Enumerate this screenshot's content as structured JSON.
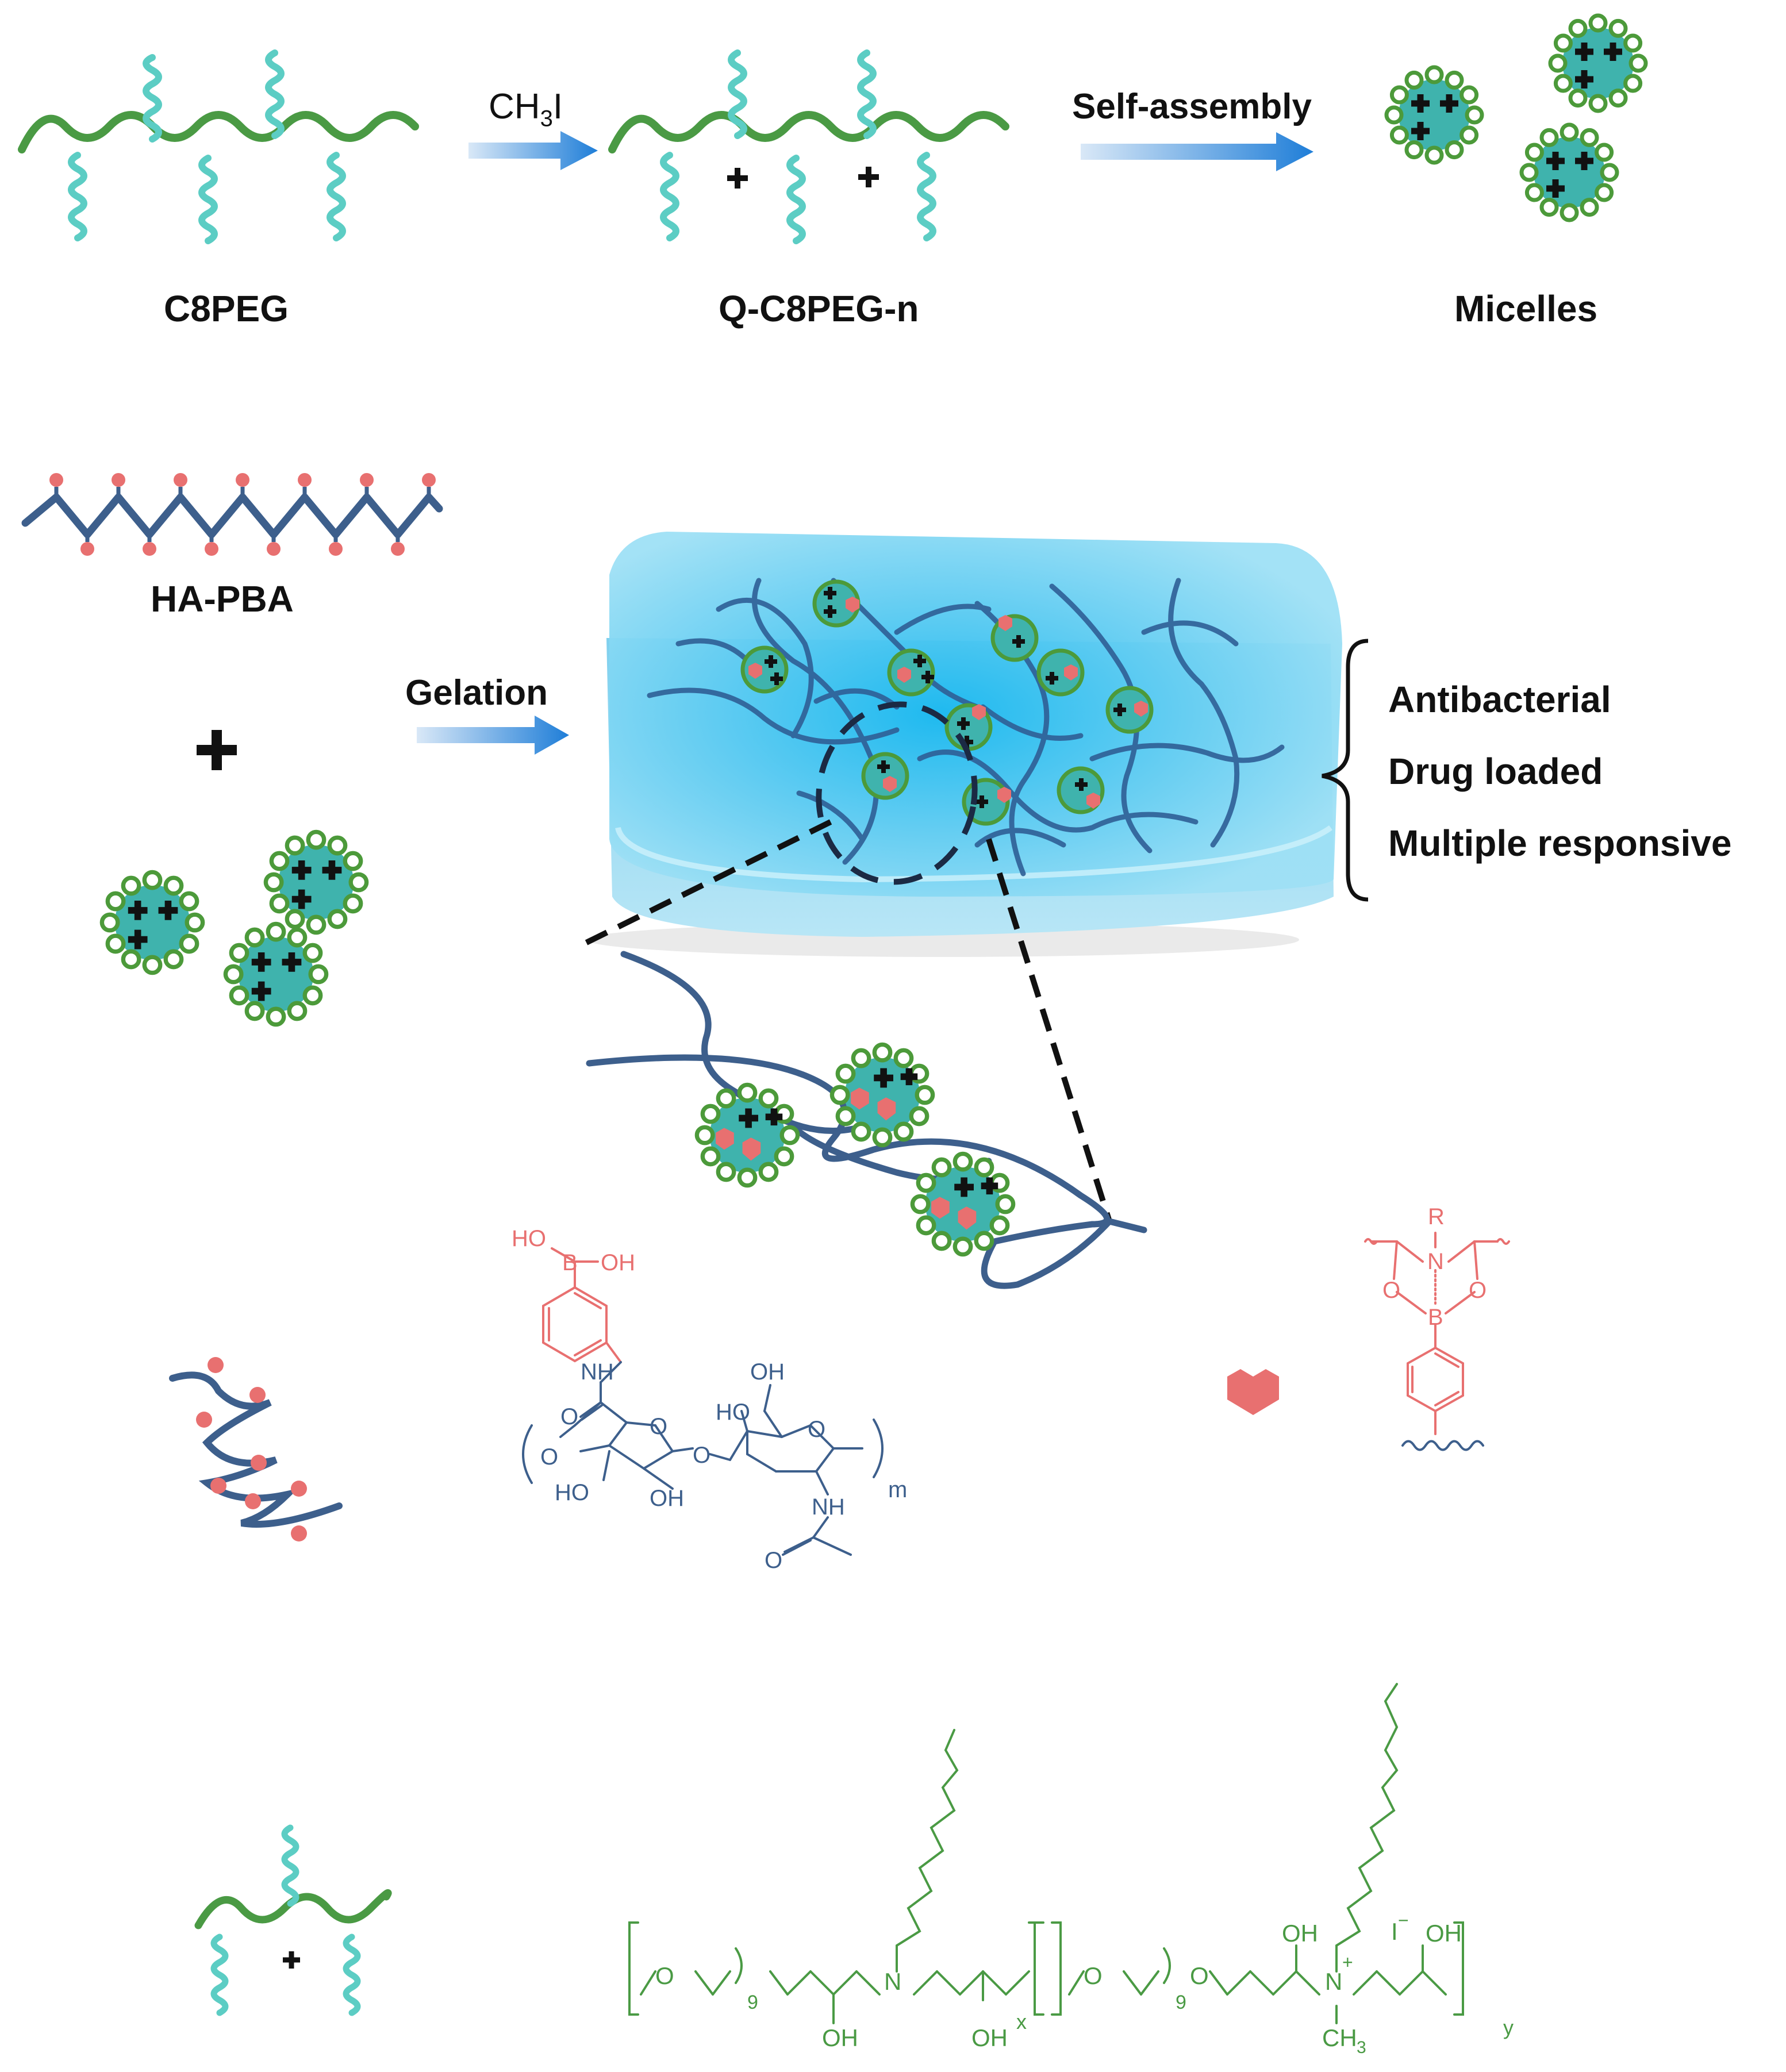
{
  "colors": {
    "backbone_green": "#4a9a44",
    "sidechain_teal": "#5ccdc4",
    "hapba_blue": "#3d5f8c",
    "pba_red": "#e87070",
    "arrow_blue": "#1f7ed8",
    "gel_cyan": "#7fd9f2",
    "micelle_core": "#3fb3ad",
    "micelle_shell": "#4c9a3a",
    "text": "#111111"
  },
  "labels": {
    "c8peg": "C8PEG",
    "q_c8peg": "Q-C8PEG-n",
    "micelles": "Micelles",
    "ha_pba": "HA-PBA",
    "plus": "+"
  },
  "arrows": {
    "ch3i": "CH",
    "ch3i_sub": "3",
    "ch3i_tail": "I",
    "self_assembly": "Self-assembly",
    "gelation": "Gelation"
  },
  "properties": [
    "Antibacterial",
    "Drug loaded",
    "Multiple responsive"
  ],
  "chem_ha": {
    "ho_top": "HO",
    "b": "B",
    "oh_b": "OH",
    "nh": "NH",
    "o_carbonyl": "O",
    "o_ring1": "O",
    "o_ring2": "O",
    "o_link": "O",
    "o_left": "O",
    "ho_bottom": "HO",
    "oh_ring1": "OH",
    "ho_ring2": "HO",
    "oh_ch2": "OH",
    "nh_acetyl": "NH",
    "o_acetyl": "O",
    "m": "m"
  },
  "chem_boronate": {
    "r": "R",
    "n": "N",
    "b": "B",
    "o_left": "O",
    "o_right": "O"
  },
  "chem_peg": {
    "o1": "O",
    "sub9_1": "9",
    "oh1": "OH",
    "n": "N",
    "oh2": "OH",
    "x": "x",
    "o2": "O",
    "sub9_2": "9",
    "o3": "O",
    "oh3": "OH",
    "n_plus": "N",
    "charge": "+",
    "iodide": "I",
    "iodide_charge": "−",
    "oh4": "OH",
    "ch3": "CH",
    "ch3_sub": "3",
    "y": "y"
  }
}
